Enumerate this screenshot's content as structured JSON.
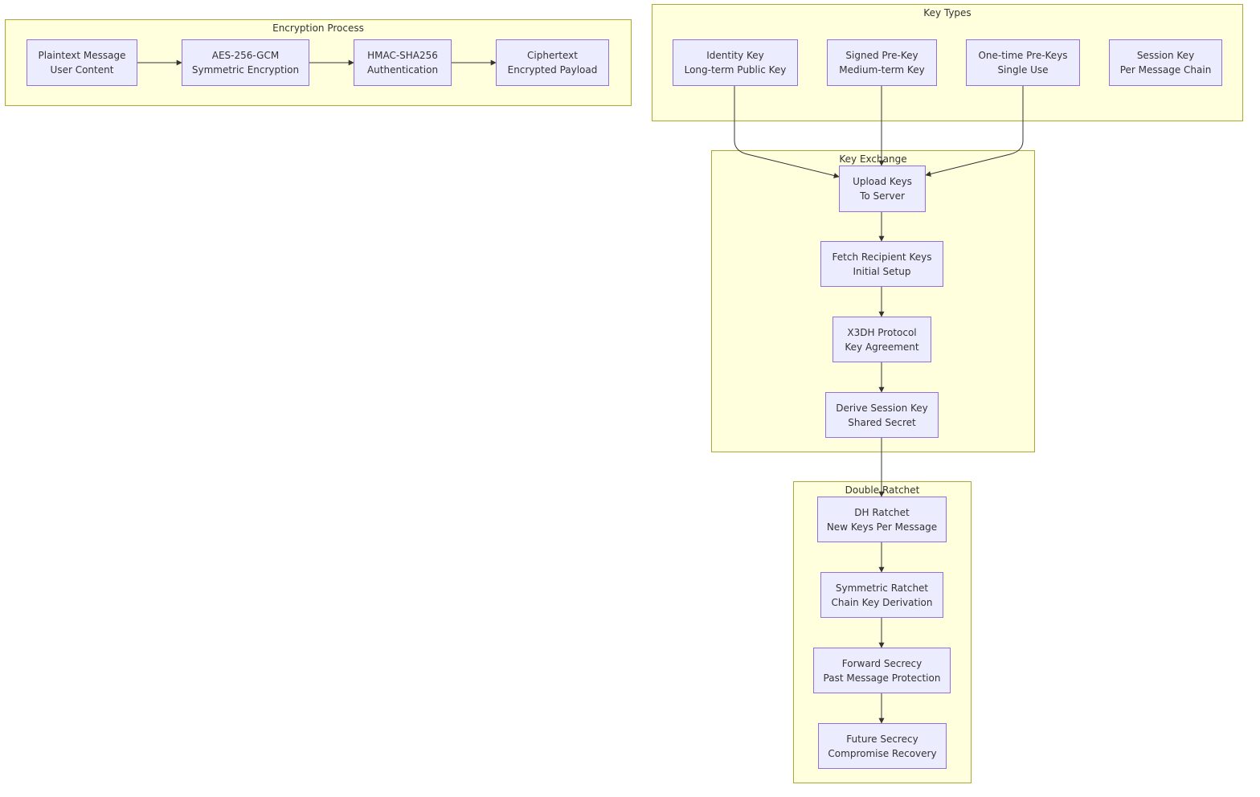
{
  "clusters": {
    "encryption": {
      "title": "Encryption Process"
    },
    "key_types": {
      "title": "Key Types"
    },
    "key_exchange": {
      "title": "Key Exchange"
    },
    "double_ratchet": {
      "title": "Double Ratchet"
    }
  },
  "nodes": {
    "plaintext": {
      "line1": "Plaintext Message",
      "line2": "User Content"
    },
    "aes": {
      "line1": "AES-256-GCM",
      "line2": "Symmetric Encryption"
    },
    "hmac": {
      "line1": "HMAC-SHA256",
      "line2": "Authentication"
    },
    "ciphertext": {
      "line1": "Ciphertext",
      "line2": "Encrypted Payload"
    },
    "identity_key": {
      "line1": "Identity Key",
      "line2": "Long-term Public Key"
    },
    "signed_prekey": {
      "line1": "Signed Pre-Key",
      "line2": "Medium-term Key"
    },
    "onetime_prekeys": {
      "line1": "One-time Pre-Keys",
      "line2": "Single Use"
    },
    "session_key": {
      "line1": "Session Key",
      "line2": "Per Message Chain"
    },
    "upload_keys": {
      "line1": "Upload Keys",
      "line2": "To Server"
    },
    "fetch_keys": {
      "line1": "Fetch Recipient Keys",
      "line2": "Initial Setup"
    },
    "x3dh": {
      "line1": "X3DH Protocol",
      "line2": "Key Agreement"
    },
    "derive_session": {
      "line1": "Derive Session Key",
      "line2": "Shared Secret"
    },
    "dh_ratchet": {
      "line1": "DH Ratchet",
      "line2": "New Keys Per Message"
    },
    "symmetric_ratchet": {
      "line1": "Symmetric Ratchet",
      "line2": "Chain Key Derivation"
    },
    "forward_secrecy": {
      "line1": "Forward Secrecy",
      "line2": "Past Message Protection"
    },
    "future_secrecy": {
      "line1": "Future Secrecy",
      "line2": "Compromise Recovery"
    }
  },
  "edges": [
    {
      "from": "plaintext",
      "to": "aes"
    },
    {
      "from": "aes",
      "to": "hmac"
    },
    {
      "from": "hmac",
      "to": "ciphertext"
    },
    {
      "from": "identity_key",
      "to": "upload_keys"
    },
    {
      "from": "signed_prekey",
      "to": "upload_keys"
    },
    {
      "from": "onetime_prekeys",
      "to": "upload_keys"
    },
    {
      "from": "upload_keys",
      "to": "fetch_keys"
    },
    {
      "from": "fetch_keys",
      "to": "x3dh"
    },
    {
      "from": "x3dh",
      "to": "derive_session"
    },
    {
      "from": "derive_session",
      "to": "dh_ratchet"
    },
    {
      "from": "dh_ratchet",
      "to": "symmetric_ratchet"
    },
    {
      "from": "symmetric_ratchet",
      "to": "forward_secrecy"
    },
    {
      "from": "forward_secrecy",
      "to": "future_secrecy"
    }
  ],
  "colors": {
    "cluster_fill": "#ffffde",
    "cluster_border": "#aaaa33",
    "node_fill": "#ececff",
    "node_border": "#9370db",
    "edge": "#333333"
  }
}
